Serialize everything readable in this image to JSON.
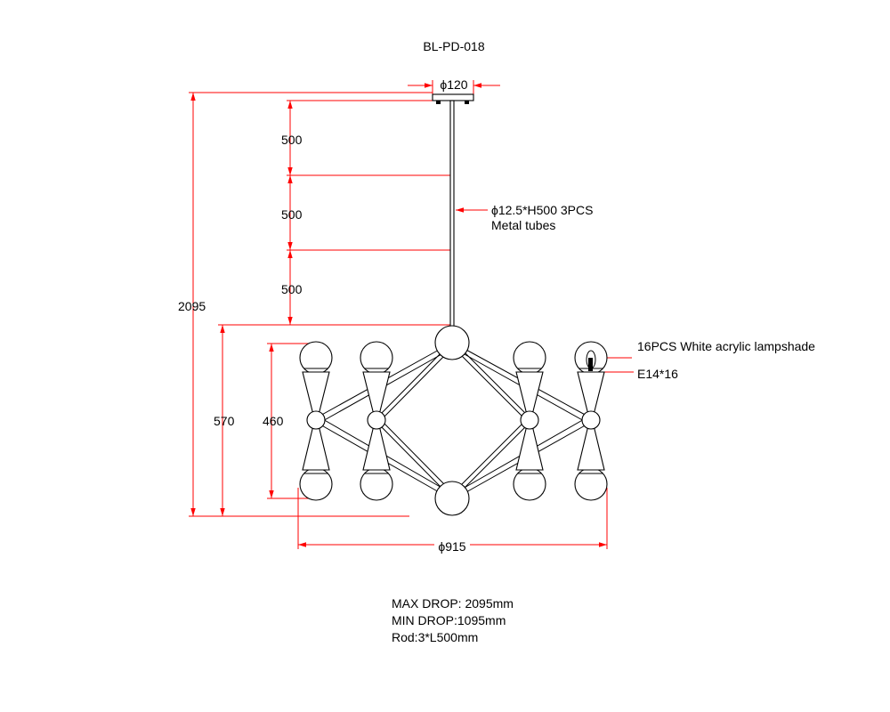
{
  "title": "BL-PD-018",
  "dimensions": {
    "canopy_diameter": "ϕ120",
    "total_height": "2095",
    "rod_segments": [
      "500",
      "500",
      "500"
    ],
    "body_height": "570",
    "lamp_span_height": "460",
    "body_diameter": "ϕ915"
  },
  "callouts": {
    "tube_line1": "ϕ12.5*H500 3PCS",
    "tube_line2": "Metal tubes",
    "lampshade": "16PCS White acrylic lampshade",
    "socket": "E14*16"
  },
  "notes": [
    "MAX DROP: 2095mm",
    "MIN DROP:1095mm",
    "Rod:3*L500mm"
  ],
  "colors": {
    "dimension": "#ff0000",
    "drawing": "#000000"
  }
}
